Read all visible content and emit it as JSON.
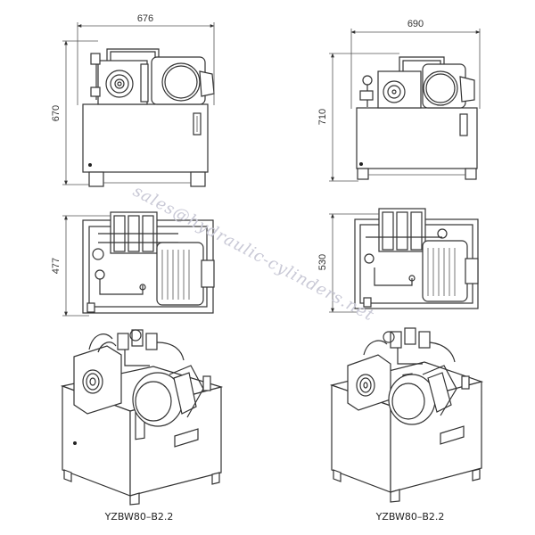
{
  "drawing_title": "",
  "dimensions": {
    "left_front_width": "676",
    "left_front_height": "670",
    "left_top_depth": "477",
    "right_front_width": "690",
    "right_front_height": "710",
    "right_top_depth": "530"
  },
  "watermark": "sales@hydraulic-cylinders.net",
  "captions": {
    "left_model": "YZBW80–B2.2",
    "right_model": "YZBW80–B2.2"
  },
  "icons": {
    "left_front_view": "hydraulic-power-unit-front-view",
    "left_top_view": "hydraulic-power-unit-top-view",
    "left_iso_view": "hydraulic-power-unit-isometric-view",
    "right_front_view": "hydraulic-power-unit-front-view",
    "right_top_view": "hydraulic-power-unit-top-view",
    "right_iso_view": "hydraulic-power-unit-isometric-view"
  }
}
